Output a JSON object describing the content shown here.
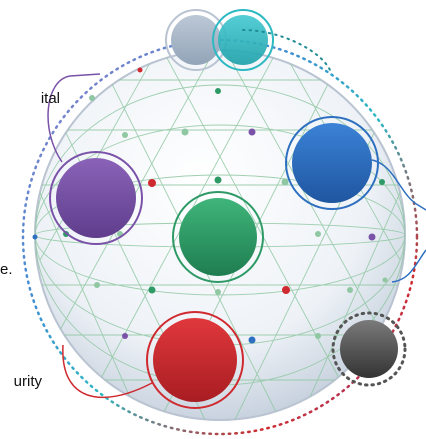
{
  "labels": {
    "top_left": "ital",
    "mid_left": "e.",
    "bottom_left": "urity"
  },
  "colors": {
    "sphere_fill": "#eef2f7",
    "sphere_edge": "#b9c3d1",
    "grid": "#8fc7a2",
    "gray_blue": "#a7b6c8",
    "teal": "#2cb9c2",
    "purple": "#7a52a8",
    "blue": "#2d6fc0",
    "green": "#2e9a66",
    "red": "#cf2a2f",
    "dark_gray": "#555555"
  },
  "nodes": [
    {
      "id": "gray-blue-circle",
      "color": "#a7b6c8"
    },
    {
      "id": "teal-circle",
      "color": "#2cb9c2"
    },
    {
      "id": "purple-circle",
      "color": "#7a52a8"
    },
    {
      "id": "blue-circle",
      "color": "#2d6fc0"
    },
    {
      "id": "green-circle",
      "color": "#2e9a66"
    },
    {
      "id": "red-circle",
      "color": "#cf2a2f"
    },
    {
      "id": "dark-gray-circle",
      "color": "#555555"
    }
  ]
}
